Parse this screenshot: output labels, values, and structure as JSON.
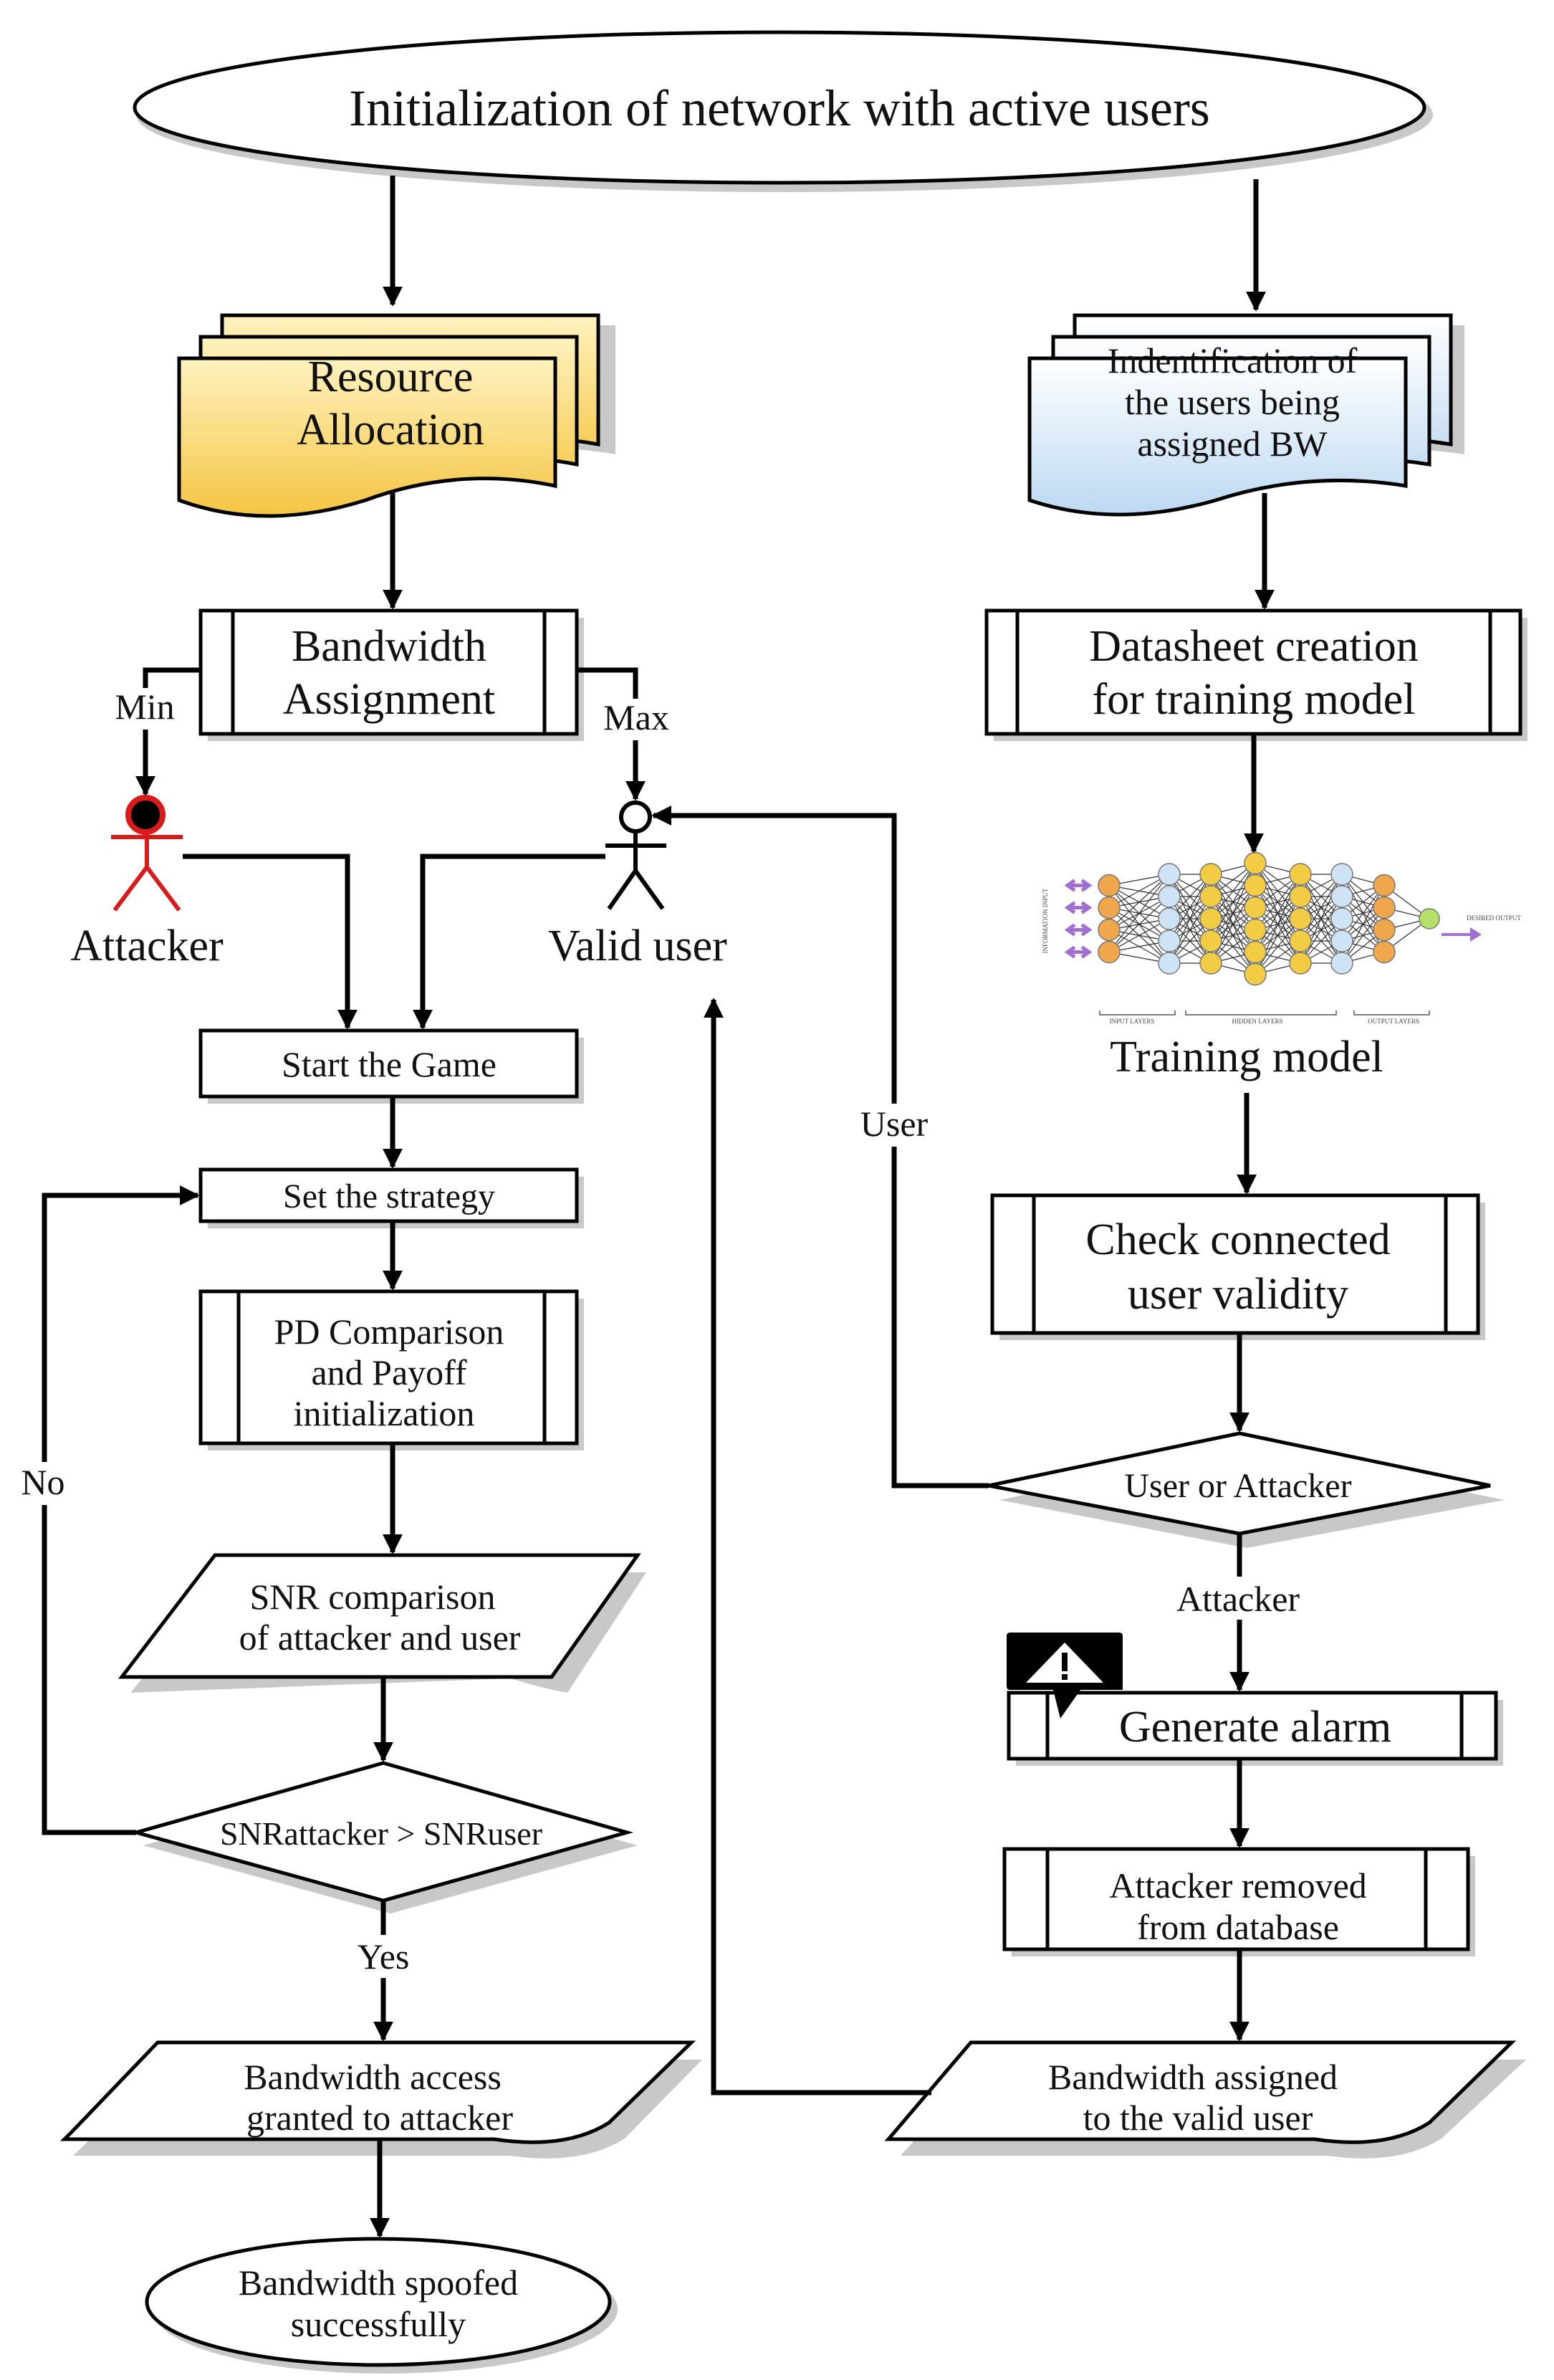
{
  "nodes": {
    "start": "Initialization of network with active users",
    "resource_allocation": [
      "Resource",
      "Allocation"
    ],
    "identification": [
      "Indentification of",
      "the users being",
      "assigned BW"
    ],
    "bandwidth_assignment": [
      "Bandwidth",
      "Assignment"
    ],
    "datasheet_creation": [
      "Datasheet creation",
      "for training model"
    ],
    "attacker": "Attacker",
    "valid_user": "Valid user",
    "training_model": "Training model",
    "start_game": "Start the Game",
    "set_strategy": "Set  the strategy",
    "pd_comparison": [
      "PD Comparison",
      "and Payoff",
      "initialization"
    ],
    "check_validity": [
      "Check connected",
      "user validity"
    ],
    "user_or_attacker": "User or Attacker",
    "snr_comparison": [
      "SNR comparison",
      "of attacker and user"
    ],
    "generate_alarm": "Generate alarm",
    "snr_decision": "SNRattacker > SNRuser",
    "attacker_removed": [
      "Attacker removed",
      "from database"
    ],
    "bw_granted_attacker": [
      "Bandwidth access",
      "granted to attacker"
    ],
    "bw_assigned_valid": [
      "Bandwidth assigned",
      "to the valid user"
    ],
    "bw_spoofed": [
      "Bandwidth spoofed",
      "successfully"
    ]
  },
  "edge_labels": {
    "min": "Min",
    "max": "Max",
    "user": "User",
    "no": "No",
    "attacker": "Attacker",
    "yes": "Yes"
  },
  "nn_labels": {
    "input": "INPUT LAYERS",
    "hidden": "HIDDEN LAYERS",
    "output": "OUTPUT LAYERS",
    "desired": "DESIRED OUTPUT",
    "side": "INFORMATION INPUT"
  },
  "colors": {
    "resource_fill_top": "#fff2bf",
    "resource_fill_bottom": "#f5c542",
    "identification_fill_top": "#ffffff",
    "identification_fill_bottom": "#bcd8f2",
    "attacker_red": "#d81b1b",
    "ellipse_fill": "#eeeeee",
    "nn_orange": "#f0a64a",
    "nn_blue": "#cfe3f7",
    "nn_yellow": "#f3cc45",
    "nn_green": "#b5e06a",
    "nn_arrow": "#a070d0"
  },
  "icons": [
    "warning-icon"
  ]
}
